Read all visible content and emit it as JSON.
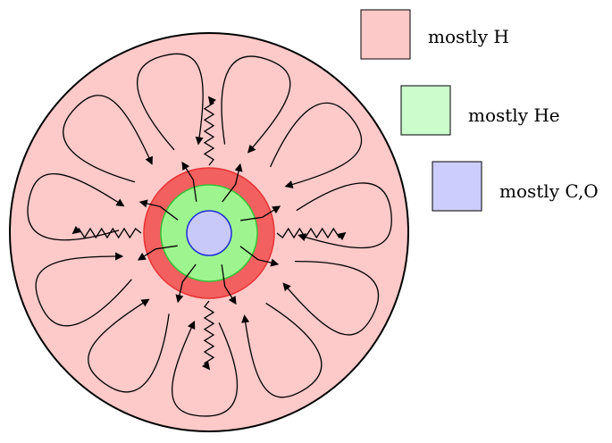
{
  "colors": {
    "envelope": "#fdc9c9",
    "hydrogen_shell": "#f36060",
    "helium_layer": "#9ef58f",
    "core": "#c9c9f9",
    "core_outline": "#1a2bd6",
    "helium_outline": "#36c236",
    "shell_outline": "#e63232",
    "legend_h": "#fcc8c8",
    "legend_he": "#ccfccc",
    "legend_co": "#cccdfc",
    "stroke": "#000000"
  },
  "legend": [
    {
      "key": "h",
      "label": "mostly H",
      "swatch_color": "#fcc8c8"
    },
    {
      "key": "he",
      "label": "mostly He",
      "swatch_color": "#ccfccc"
    },
    {
      "key": "co",
      "label": "mostly C,O",
      "swatch_color": "#cccdfc"
    }
  ],
  "diagram": {
    "convection_cells": 11,
    "energy_transport_arrows": 8,
    "wavy_arrows": 4
  }
}
